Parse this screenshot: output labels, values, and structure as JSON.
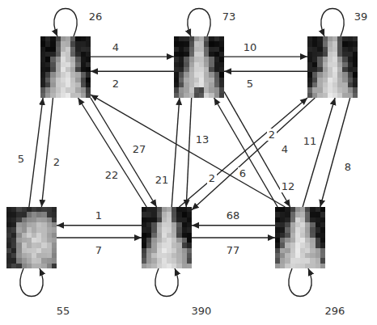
{
  "diagram": {
    "nodes": [
      {
        "text": []
      },
      {
        "text": []
      },
      {
        "text": []
      },
      {
        "text": []
      },
      {
        "text": []
      },
      {
        "text": []
      }
    ],
    "edges": [
      {
        "from": 0,
        "to": 0,
        "label": "26",
        "arrow": "to"
      },
      {
        "from": 1,
        "to": 1,
        "label": "73",
        "arrow": "to"
      },
      {
        "from": 2,
        "to": 2,
        "label": "39",
        "arrow": "to"
      },
      {
        "from": 0,
        "to": 1,
        "label": "4",
        "arrow": "to"
      },
      {
        "from": 1,
        "to": 0,
        "label": "2",
        "arrow": "to"
      },
      {
        "from": 1,
        "to": 2,
        "label": "10",
        "arrow": "to"
      },
      {
        "from": 2,
        "to": 1,
        "label": "5",
        "arrow": "to"
      },
      {
        "from": 3,
        "to": 0,
        "label": "5",
        "arrow": "to"
      },
      {
        "from": 0,
        "to": 3,
        "label": "2",
        "arrow": "to"
      },
      {
        "from": 4,
        "to": 0,
        "label": "22",
        "arrow": "to"
      },
      {
        "from": 0,
        "to": 4,
        "label": "27",
        "arrow": "to"
      },
      {
        "from": 4,
        "to": 1,
        "label": "21",
        "arrow": "to"
      },
      {
        "from": 1,
        "to": 4,
        "label": "13",
        "arrow": "to"
      },
      {
        "from": 5,
        "to": 0,
        "label": "2",
        "arrow": "to"
      },
      {
        "from": 4,
        "to": 2,
        "label": "2",
        "arrow": "to"
      },
      {
        "from": 2,
        "to": 4,
        "label": "4",
        "arrow": "to"
      },
      {
        "from": 5,
        "to": 1,
        "label": "6",
        "arrow": "to"
      },
      {
        "from": 1,
        "to": 5,
        "label": "12",
        "arrow": "to"
      },
      {
        "from": 5,
        "to": 2,
        "label": "11",
        "arrow": "to"
      },
      {
        "from": 2,
        "to": 5,
        "label": "8",
        "arrow": "to"
      },
      {
        "from": 4,
        "to": 3,
        "label": "1",
        "arrow": "to"
      },
      {
        "from": 3,
        "to": 4,
        "label": "7",
        "arrow": "to"
      },
      {
        "from": 5,
        "to": 4,
        "label": "68",
        "arrow": "to"
      },
      {
        "from": 4,
        "to": 5,
        "label": "77",
        "arrow": "to"
      },
      {
        "from": 3,
        "to": 3,
        "label": "55",
        "arrow": "to"
      },
      {
        "from": 4,
        "to": 4,
        "label": "390",
        "arrow": "to"
      },
      {
        "from": 5,
        "to": 5,
        "label": "296",
        "arrow": "to"
      }
    ]
  }
}
